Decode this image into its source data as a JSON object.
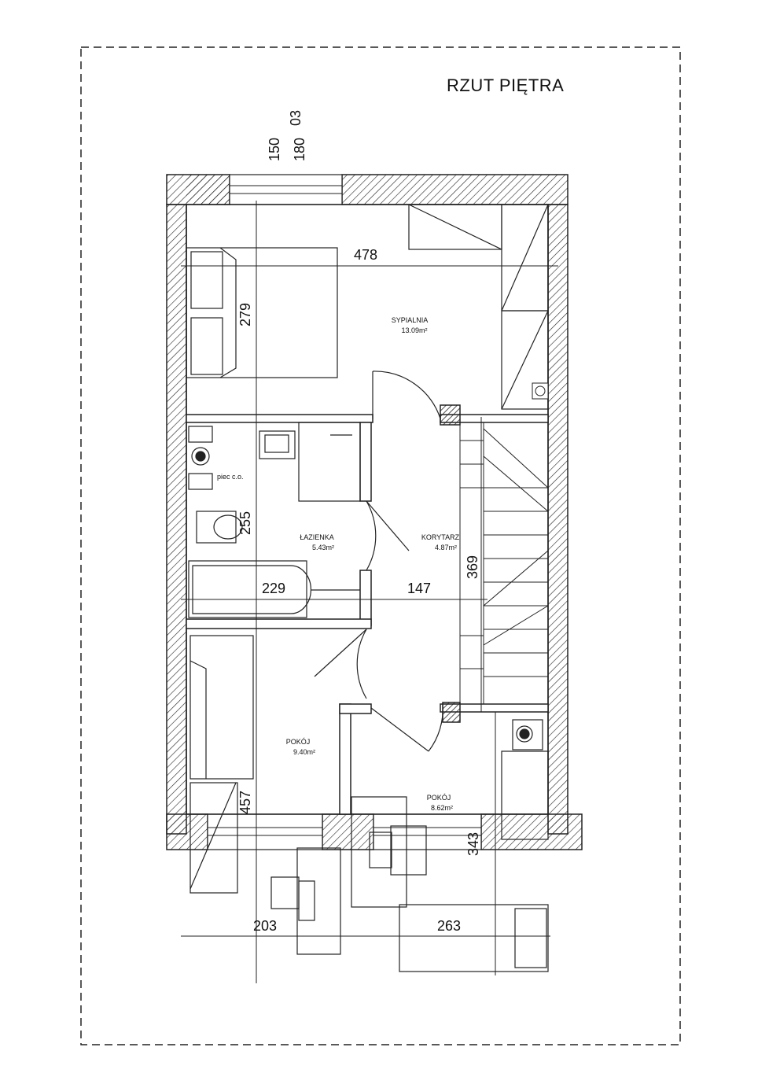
{
  "title": "RZUT PIĘTRA",
  "window_label": {
    "line1": "150",
    "line2": "180",
    "line3": "03"
  },
  "rooms": {
    "sypialnia": {
      "name": "SYPIALNIA",
      "area": "13.09m²"
    },
    "lazienka": {
      "name": "ŁAZIENKA",
      "area": "5.43m²"
    },
    "korytarz": {
      "name": "KORYTARZ",
      "area": "4.87m²"
    },
    "pokoj_left": {
      "name": "POKÓJ",
      "area": "9.40m²"
    },
    "pokoj_right": {
      "name": "POKÓJ",
      "area": "8.62m²"
    }
  },
  "dimensions": {
    "d478": "478",
    "d279": "279",
    "d255": "255",
    "d229": "229",
    "d147": "147",
    "d369": "369",
    "d457": "457",
    "d203": "203",
    "d263": "263",
    "d343": "343"
  },
  "annotations": {
    "boiler": "piec c.o."
  }
}
